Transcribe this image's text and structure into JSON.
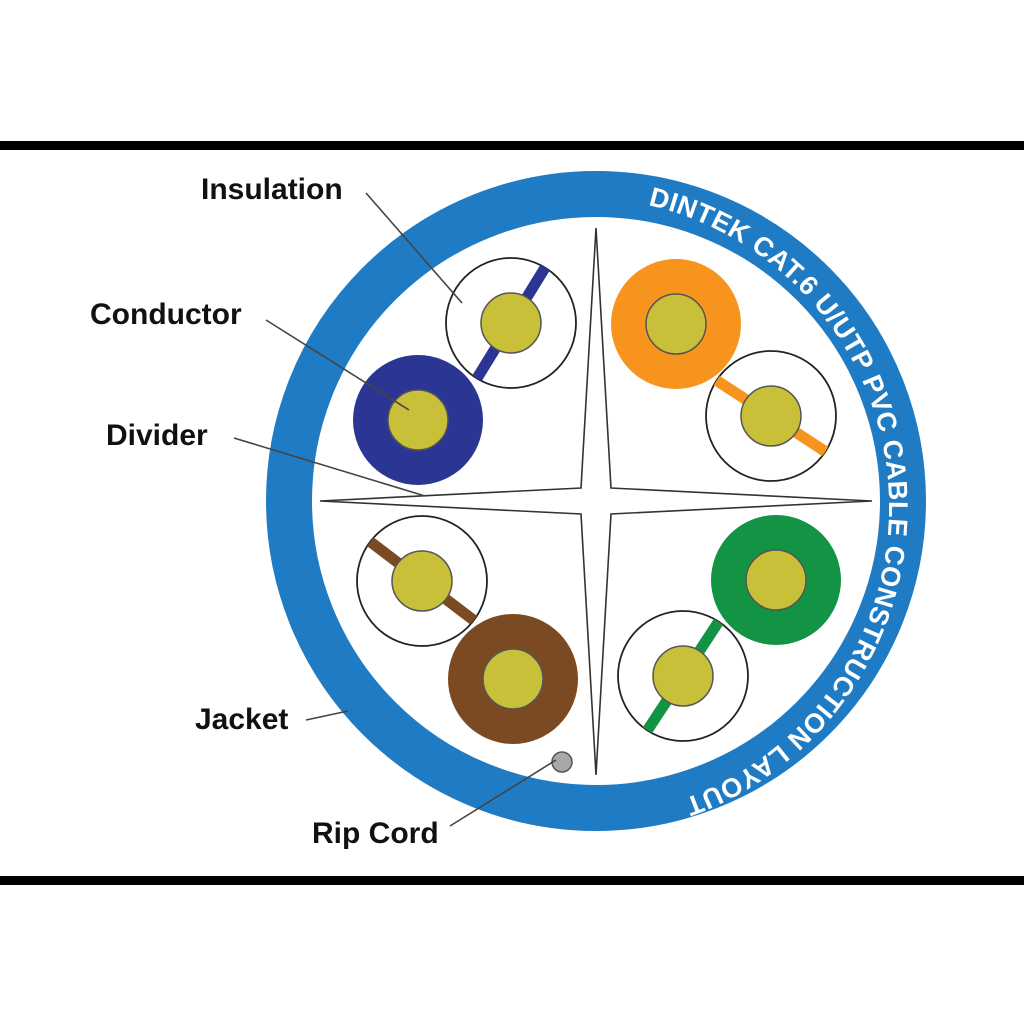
{
  "labels": {
    "insulation": "Insulation",
    "conductor": "Conductor",
    "divider": "Divider",
    "jacket": "Jacket",
    "rip_cord": "Rip Cord"
  },
  "ring_text": "DINTEK CAT.6 U/UTP PVC CABLE CONSTRUCTION LAYOUT",
  "colors": {
    "jacket": "#1f7cc4",
    "conductor": "#c9c03a",
    "blue": "#2b3593",
    "orange": "#f7941d",
    "green": "#129444",
    "brown": "#7b4a22",
    "rip_cord": "#a8a8a8"
  },
  "pairs": [
    {
      "name": "blue-pair",
      "solid": "blue",
      "stripe": "blue"
    },
    {
      "name": "orange-pair",
      "solid": "orange",
      "stripe": "orange"
    },
    {
      "name": "brown-pair",
      "solid": "brown",
      "stripe": "brown"
    },
    {
      "name": "green-pair",
      "solid": "green",
      "stripe": "green"
    }
  ]
}
